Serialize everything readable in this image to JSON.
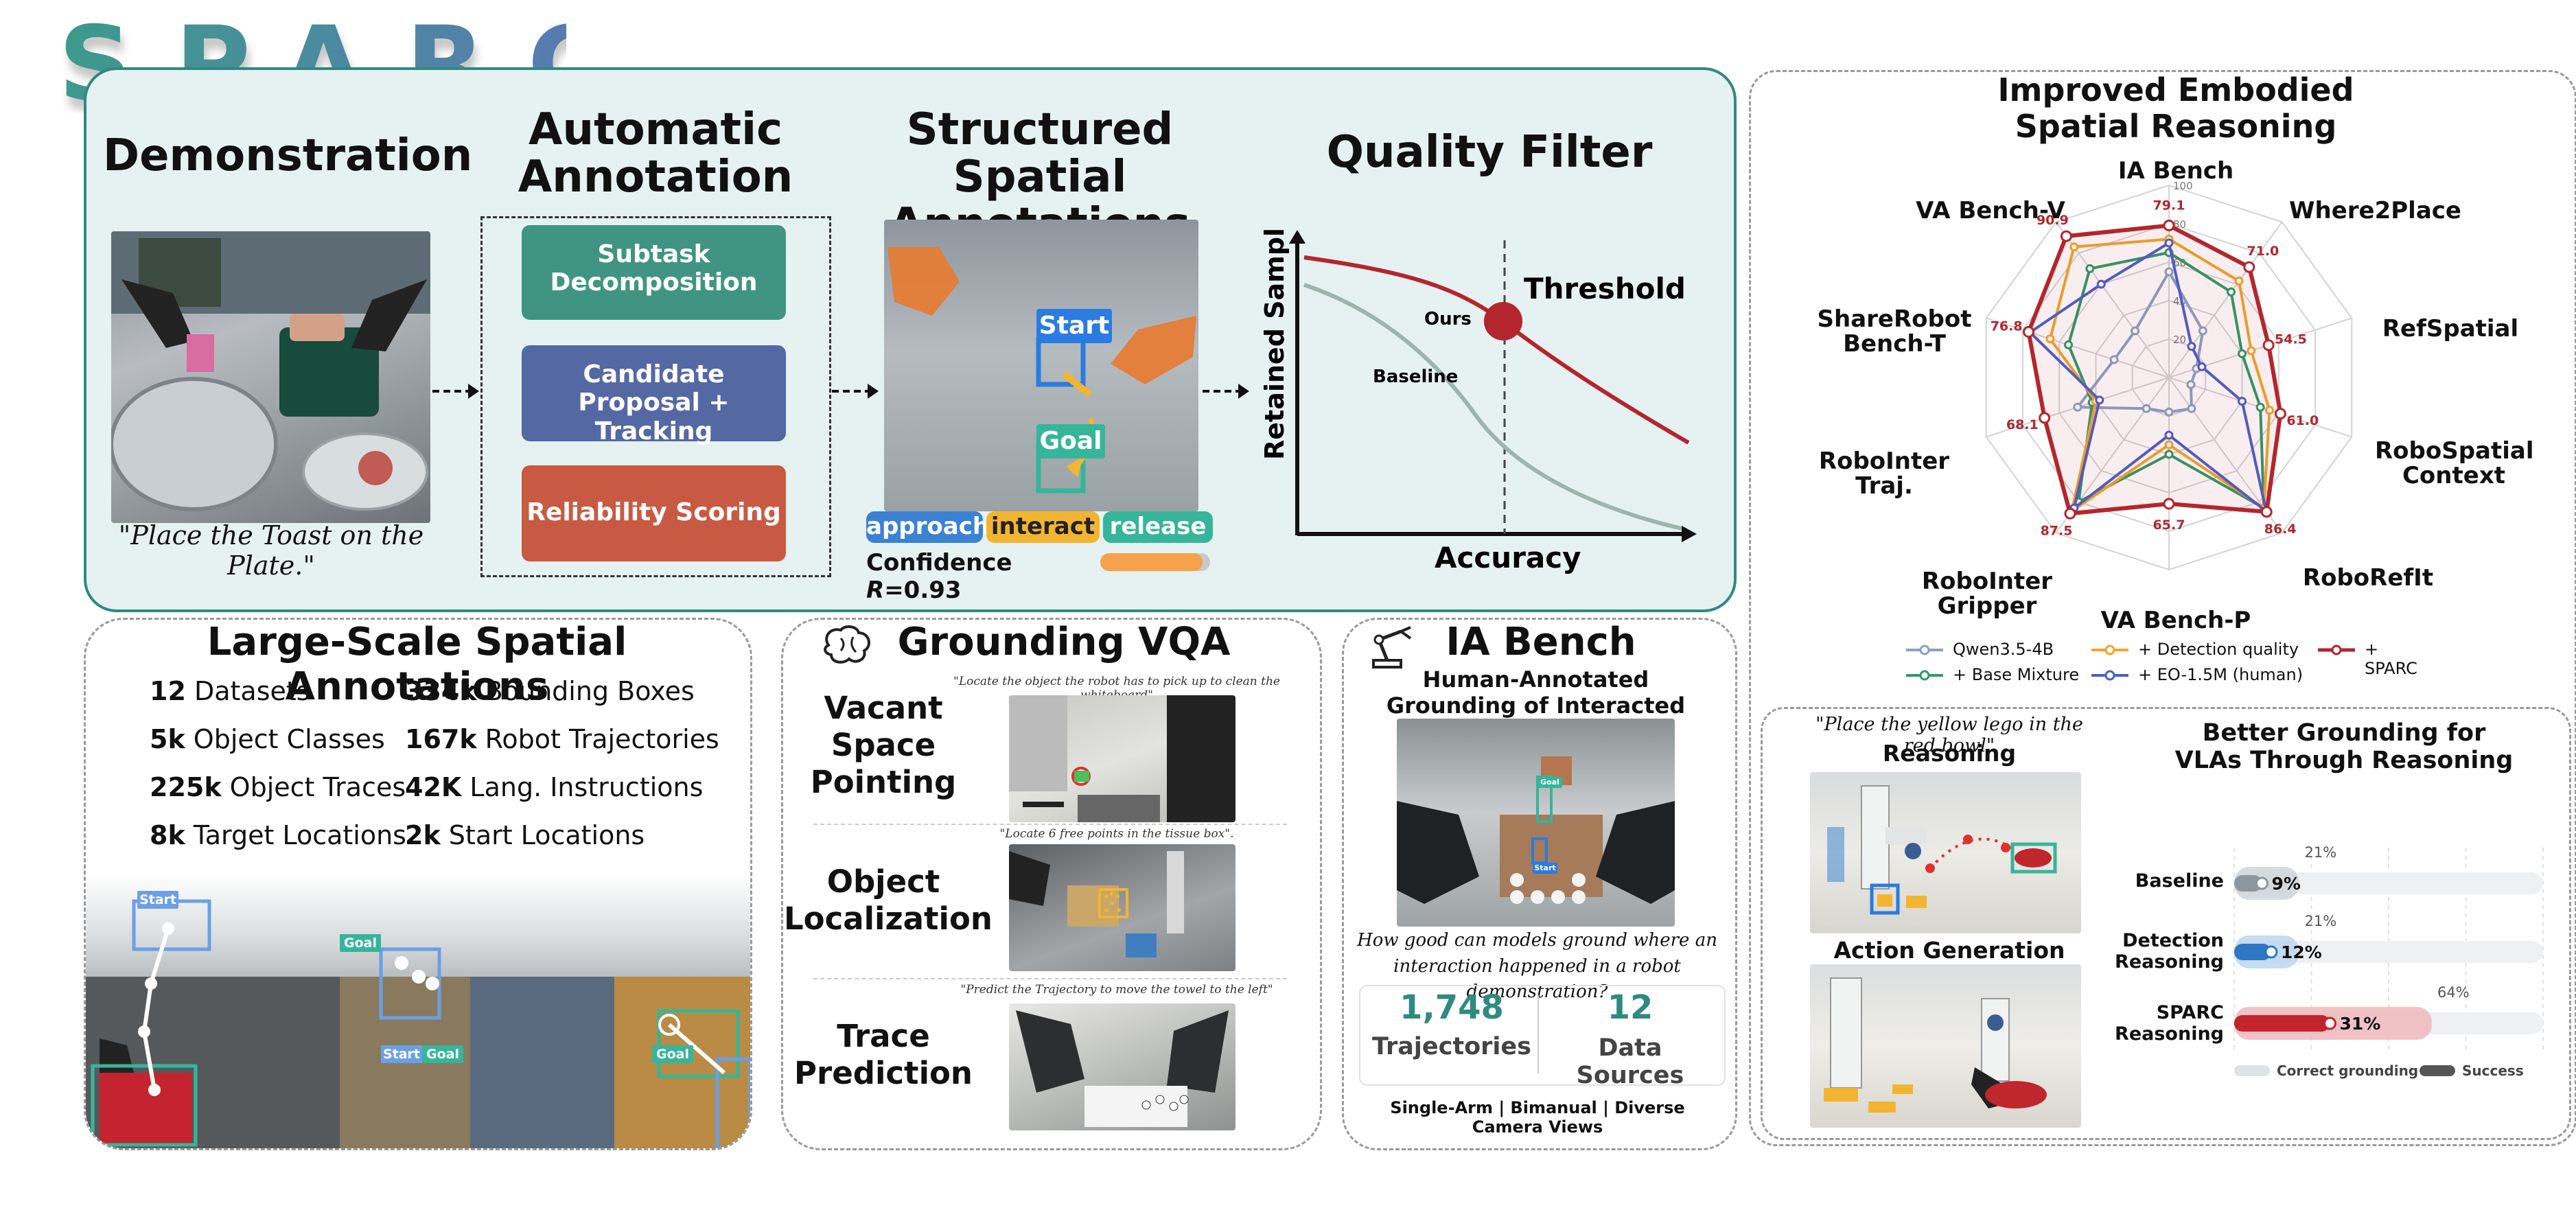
{
  "logo": "SPARC",
  "pipeline": {
    "demonstration_title": "Demonstration",
    "instruction_quote": "\"Place the Toast on the Plate.\"",
    "auto_annotation_title": "Automatic Annotation",
    "steps": [
      {
        "label": "Subtask Decomposition",
        "color": "#3f9582"
      },
      {
        "label": "Candidate Proposal + Tracking",
        "color": "#5468a4"
      },
      {
        "label": "Reliability Scoring",
        "color": "#c85a43"
      }
    ],
    "structured_title": "Structured Spatial Annotations",
    "overlay_start": "Start",
    "overlay_goal": "Goal",
    "phase_tags": [
      {
        "label": "approach",
        "color": "#3b82d4"
      },
      {
        "label": "interact",
        "color": "#f2b531"
      },
      {
        "label": "release",
        "color": "#36b59a"
      }
    ],
    "confidence_label": "Confidence ",
    "confidence_var": "R",
    "confidence_value": "=0.93",
    "confidence_fill": 0.93,
    "quality_title": "Quality Filter",
    "qf_ylabel": "Retained Samples",
    "qf_xlabel": "Accuracy",
    "qf_ours": "Ours",
    "qf_baseline": "Baseline",
    "qf_threshold": "Threshold"
  },
  "radar": {
    "title": "Improved Embodied Spatial Reasoning",
    "axes": [
      "IA Bench",
      "Where2Place",
      "RefSpatial",
      "RoboSpatial Context",
      "RoboRefIt",
      "VA Bench-P",
      "RoboInter Gripper",
      "RoboInter Traj.",
      "ShareRobot Bench-T",
      "VA Bench-V"
    ],
    "rings": [
      20,
      40,
      60,
      80,
      100
    ],
    "ring_labels": [
      "20",
      "40",
      "60",
      "80",
      "100"
    ],
    "sparc_value_labels": [
      "79.1",
      "71.0",
      "54.5",
      "61.0",
      "86.4",
      "65.7",
      "87.5",
      "68.1",
      "76.8",
      "90.9"
    ],
    "series": [
      {
        "name": "Qwen3.5-4B",
        "color": "#8aa1c6",
        "values": [
          55,
          30,
          15,
          12,
          20,
          18,
          20,
          50,
          30,
          30
        ]
      },
      {
        "name": "+ Base Mixture",
        "color": "#2e9a6b",
        "values": [
          65,
          55,
          40,
          50,
          84,
          40,
          80,
          42,
          55,
          70
        ]
      },
      {
        "name": "+ Detection quality",
        "color": "#efa72a",
        "values": [
          72,
          62,
          45,
          55,
          84,
          35,
          86,
          40,
          65,
          84
        ]
      },
      {
        "name": "+ EO-1.5M (human)",
        "color": "#4a5fcc",
        "values": [
          70,
          20,
          18,
          40,
          86,
          30,
          84,
          38,
          76,
          60
        ]
      },
      {
        "name": "+ SPARC",
        "color": "#b3262e",
        "values": [
          79.1,
          71.0,
          54.5,
          61.0,
          86.4,
          65.7,
          87.5,
          68.1,
          76.8,
          90.9
        ]
      }
    ]
  },
  "large_scale": {
    "title": "Large-Scale Spatial Annotations",
    "stats": [
      {
        "num": "12",
        "text": " Datasets"
      },
      {
        "num": "334k",
        "text": " Bounding Boxes"
      },
      {
        "num": "5k",
        "text": " Object Classes"
      },
      {
        "num": "167k",
        "text": " Robot Trajectories"
      },
      {
        "num": "225k",
        "text": " Object Traces"
      },
      {
        "num": "42K",
        "text": " Lang. Instructions"
      },
      {
        "num": "8k",
        "text": " Target Locations"
      },
      {
        "num": "2k",
        "text": " Start Locations"
      }
    ],
    "tag_start": "Start",
    "tag_goal": "Goal",
    "tag_start2": "Start",
    "tag_goal2": "Goal",
    "tag_goal3": "Goal"
  },
  "vqa": {
    "title": "Grounding VQA",
    "items": [
      {
        "label": "Vacant Space Pointing",
        "prompt": "\"Locate the object the robot has  to pick up to clean the whiteboard\""
      },
      {
        "label": "Object Localization",
        "prompt": "\"Locate 6 free points in the tissue box\"."
      },
      {
        "label": "Trace Prediction",
        "prompt": "\"Predict the Trajectory to move the towel to the left\""
      }
    ]
  },
  "ia_bench": {
    "title": "IA Bench",
    "subtitle": "Human-Annotated Grounding of Interacted Objects",
    "question": "How good can models ground where an interaction happened in a robot demonstration?",
    "stat1_num": "1,748",
    "stat1_label": "Trajectories",
    "stat2_num": "12",
    "stat2_label": "Data Sources",
    "footer": "Single-Arm | Bimanual | Diverse Camera Views",
    "tag_goal": "Goal",
    "tag_start": "Start"
  },
  "vla": {
    "prompt": "\"Place the yellow lego in the red bowl\"",
    "reasoning_title": "Reasoning",
    "action_title": "Action Generation",
    "chart_title": "Better Grounding for VLAs Through Reasoning",
    "legend_correct": "Correct grounding",
    "legend_success": "Success"
  },
  "chart_data": {
    "type": "bar",
    "title": "Better Grounding for VLAs Through Reasoning",
    "categories": [
      "Baseline",
      "Detection Reasoning",
      "SPARC Reasoning"
    ],
    "series": [
      {
        "name": "Correct grounding",
        "values": [
          21,
          21,
          64
        ]
      },
      {
        "name": "Success",
        "values": [
          9,
          12,
          31
        ]
      }
    ],
    "value_labels": {
      "Correct grounding": [
        "21%",
        "21%",
        "64%"
      ],
      "Success": [
        "9%",
        "12%",
        "31%"
      ]
    },
    "ylim": [
      0,
      100
    ],
    "colors": {
      "success": [
        "#8e979e",
        "#2e77c2",
        "#c3232b"
      ],
      "correct": [
        "#cfd5d9",
        "#bcd7ef",
        "#f0b9bc"
      ]
    }
  }
}
